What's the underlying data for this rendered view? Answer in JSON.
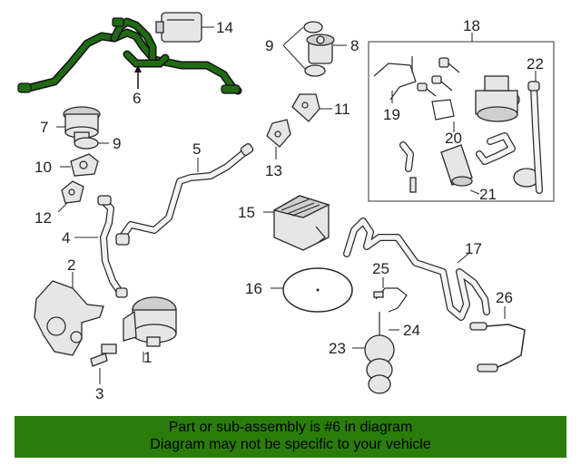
{
  "callouts": {
    "c1": "1",
    "c2": "2",
    "c3": "3",
    "c4": "4",
    "c5": "5",
    "c6": "6",
    "c7": "7",
    "c8": "8",
    "c9a": "9",
    "c9b": "9",
    "c10": "10",
    "c11": "11",
    "c12": "12",
    "c13": "13",
    "c14": "14",
    "c15": "15",
    "c16": "16",
    "c17": "17",
    "c18": "18",
    "c19": "19",
    "c20": "20",
    "c21": "21",
    "c22": "22",
    "c23": "23",
    "c24": "24",
    "c25": "25",
    "c26": "26"
  },
  "highlight_color": "#1f6a12",
  "banner": {
    "line1": "Part or sub-assembly is #6 in diagram",
    "line2": "Diagram may not be specific to your vehicle",
    "background": "#2a7d0a"
  }
}
